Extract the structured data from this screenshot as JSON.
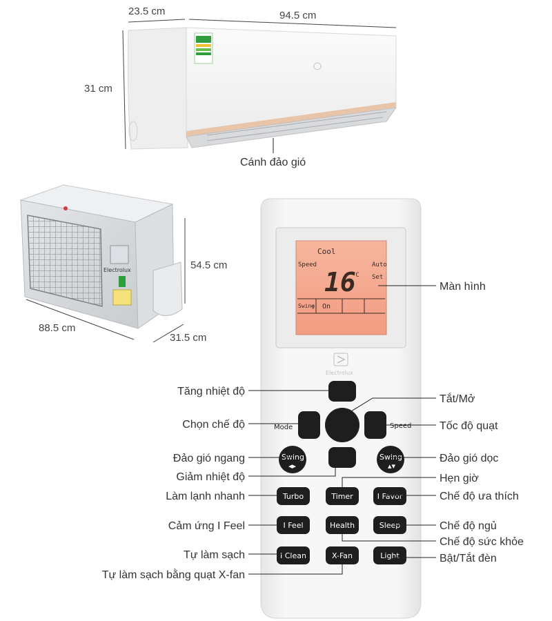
{
  "indoor_unit": {
    "dims": {
      "depth": "23.5 cm",
      "width": "94.5 cm",
      "height": "31 cm"
    },
    "label_louver": "Cánh đảo gió"
  },
  "outdoor_unit": {
    "brand": "Electrolux",
    "dims": {
      "height": "54.5 cm",
      "width": "88.5 cm",
      "depth": "31.5 cm"
    }
  },
  "remote": {
    "brand": "Electrolux",
    "display": {
      "mode": "Cool",
      "speed_label": "Speed",
      "speed_value": "Auto",
      "temperature": "16",
      "unit": "°C",
      "set_label": "Set",
      "swing_label": "Swing",
      "swing_value": "On"
    },
    "buttons": {
      "mode": "Mode",
      "speed": "Speed",
      "swing_h": "Swing",
      "swing_v": "Swing",
      "turbo": "Turbo",
      "timer": "Timer",
      "ifavor": "I Favor",
      "ifeel": "I Feel",
      "health": "Health",
      "sleep": "Sleep",
      "iclean": "I Clean",
      "xfan": "X-Fan",
      "light": "Light"
    }
  },
  "callouts": {
    "display": "Màn hình",
    "temp_up": "Tăng nhiệt độ",
    "power": "Tắt/Mở",
    "mode": "Chọn chế độ",
    "fan_speed": "Tốc độ quạt",
    "swing_h": "Đảo gió ngang",
    "swing_v": "Đảo gió dọc",
    "temp_down": "Giảm nhiệt độ",
    "timer": "Hẹn giờ",
    "turbo": "Làm lạnh nhanh",
    "ifavor": "Chế độ ưa thích",
    "ifeel": "Cảm ứng I Feel",
    "sleep": "Chế độ ngủ",
    "health": "Chế độ sức khỏe",
    "iclean": "Tự làm sạch",
    "light": "Bật/Tắt đèn",
    "xfan": "Tự làm sạch bằng quạt X-fan"
  },
  "colors": {
    "lcd_bg": "#f4a78e",
    "button": "#1e1e1e",
    "remote_body": "#f4f4f4",
    "line": "#222222",
    "accent_strip": "#e8c4a8"
  }
}
